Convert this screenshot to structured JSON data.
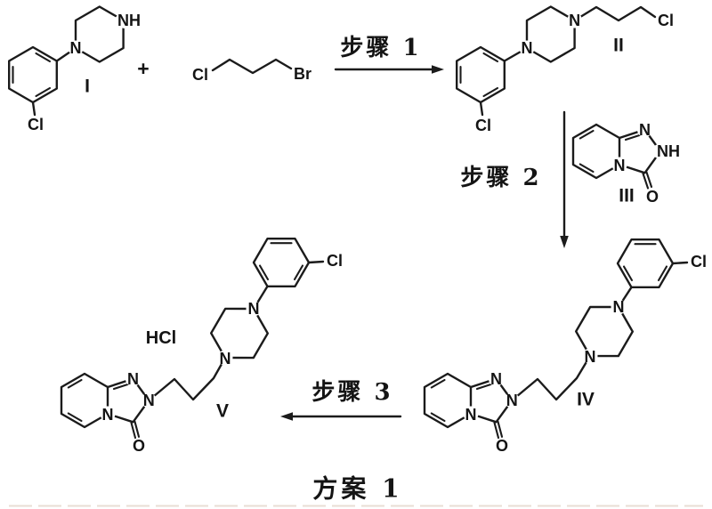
{
  "scheme": {
    "caption": "方案 1",
    "plus": "+",
    "step1": "步骤 1",
    "step2": "步骤 2",
    "step3": "步骤 3"
  },
  "compounds": {
    "c1": {
      "label": "I",
      "n": "N",
      "nh": "NH",
      "cl": "Cl"
    },
    "propane": {
      "cl": "Cl",
      "br": "Br"
    },
    "c2": {
      "label": "II",
      "n1": "N",
      "n2": "N",
      "chain_cl": "Cl",
      "ring_cl": "Cl"
    },
    "c3": {
      "label": "III",
      "n1": "N",
      "nh": "NH",
      "n4": "N",
      "o": "O"
    },
    "c4": {
      "label": "IV",
      "n1": "N",
      "n2": "N",
      "n4": "N",
      "o": "O",
      "pip_n1": "N",
      "pip_n2": "N",
      "cl": "Cl"
    },
    "c5": {
      "label": "V",
      "hcl": "HCl",
      "n1": "N",
      "n2": "N",
      "n4": "N",
      "o": "O",
      "pip_n1": "N",
      "pip_n2": "N",
      "cl": "Cl"
    }
  }
}
